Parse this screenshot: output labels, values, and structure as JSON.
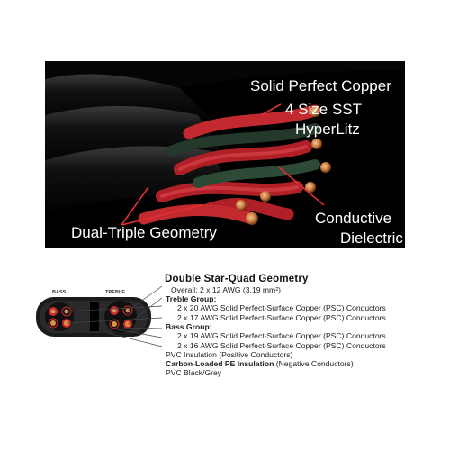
{
  "photo": {
    "callouts": {
      "solid_copper": "Solid Perfect Copper",
      "sst_line1": "4 Size SST",
      "sst_line2": "HyperLitz",
      "geometry": "Dual-Triple Geometry",
      "dielectric_line1": "Conductive",
      "dielectric_line2": "Dielectric"
    }
  },
  "diagram": {
    "title": "Double Star-Quad Geometry",
    "bass_label": "BASS",
    "treble_label": "TREBLE",
    "overall_prefix": "Overall:",
    "overall_value": " 2 x 12 AWG  (3.19 mm²)",
    "treble_group": "Treble Group:",
    "treble_1": "2 x 20 AWG Solid Perfect-Surface Copper (PSC) Conductors",
    "treble_2": "2 x 17 AWG Solid Perfect-Surface Copper (PSC) Conductors",
    "bass_group": "Bass Group:",
    "bass_1": "2 x 19 AWG Solid Perfect-Surface Copper (PSC) Conductors",
    "bass_2": "2 x 16 AWG Solid Perfect-Surface Copper (PSC) Conductors",
    "pvc_insulation": "PVC Insulation (Positive Conductors)",
    "carbon_bold": "Carbon-Loaded PE Insulation",
    "carbon_rest": " (Negative Conductors)",
    "jacket": "PVC Black/Grey"
  },
  "colors": {
    "photo_bg": "#000000",
    "red_wire": "#c8282e",
    "copper": "#d8935a",
    "dark_wire": "#2e4a38"
  }
}
